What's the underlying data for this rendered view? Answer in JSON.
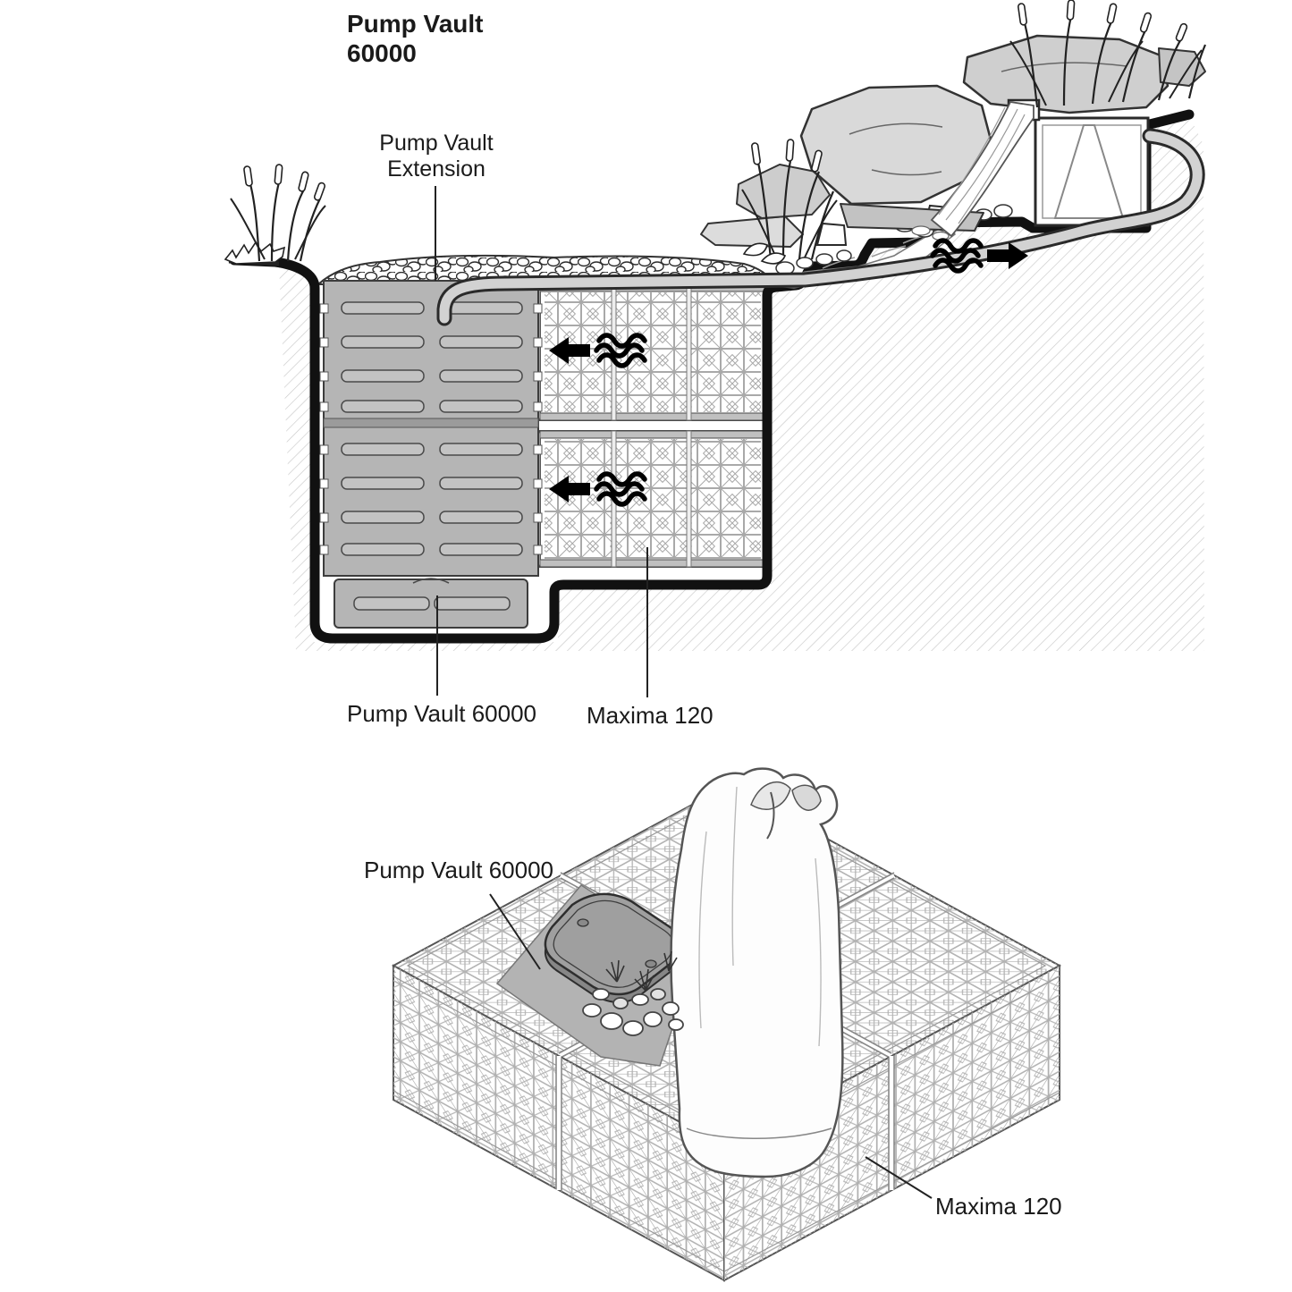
{
  "diagram_top": {
    "title": {
      "line1": "Pump Vault",
      "line2": "60000"
    },
    "labels": {
      "extension": {
        "line1": "Pump Vault",
        "line2": "Extension"
      },
      "pump_vault": "Pump Vault 60000",
      "maxima": "Maxima 120"
    },
    "icons": {
      "flow_left": "flow-arrow-left",
      "flow_right": "flow-arrow-right"
    }
  },
  "diagram_bottom": {
    "labels": {
      "pump_vault": "Pump Vault 60000",
      "maxima": "Maxima 120"
    }
  },
  "colors": {
    "background": "#ffffff",
    "liner_black": "#111111",
    "vault_gray": "#b5b5b5",
    "block_line_gray": "#a9a9a9",
    "soil_hatch_gray": "#c9c9c9",
    "rock_gray": "#d6d6d6",
    "pipe_gray": "#d2d2d2",
    "lid_gray": "#9f9f9f",
    "text_black": "#1a1a1a"
  }
}
